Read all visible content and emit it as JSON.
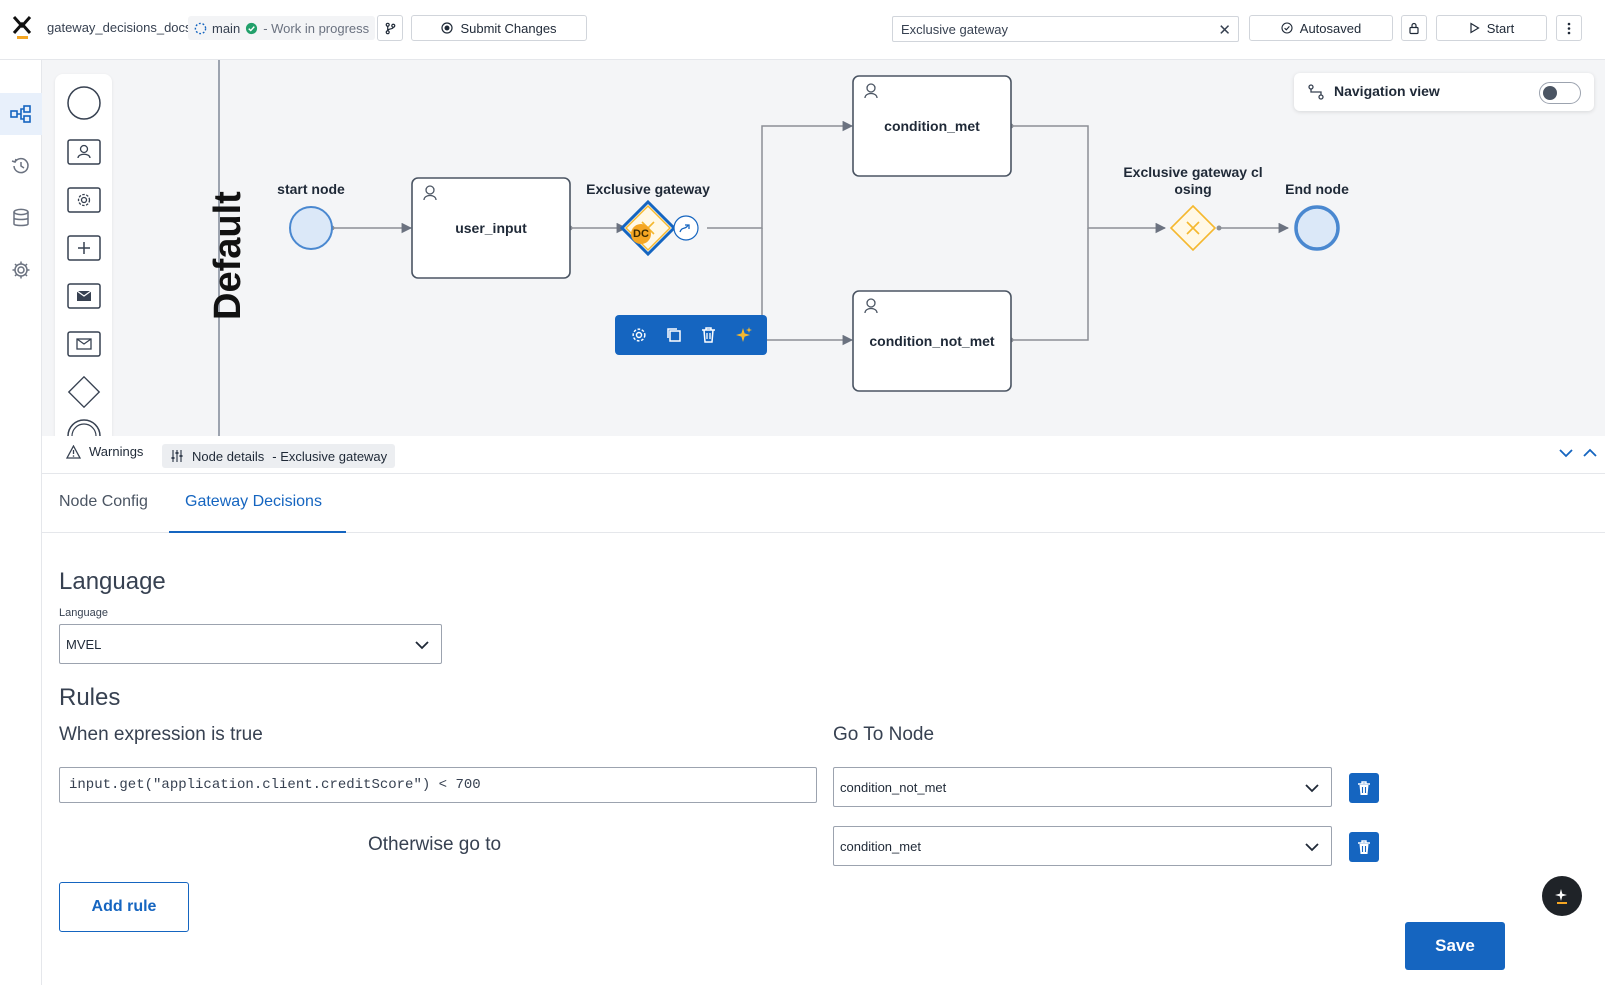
{
  "topbar": {
    "project_name": "gateway_decisions_docs",
    "branch": "main",
    "status": "- Work in progress",
    "submit_label": "Submit Changes",
    "search_value": "Exclusive gateway",
    "autosaved_label": "Autosaved",
    "start_label": "Start"
  },
  "rail": {
    "items": [
      "process-diagram-icon",
      "history-icon",
      "database-icon",
      "settings-icon"
    ]
  },
  "canvas": {
    "lane_label": "Default",
    "navigation_view_label": "Navigation view",
    "navigation_view_enabled": false,
    "nodes": {
      "start": "start node",
      "user_input": "user_input",
      "gateway": "Exclusive gateway",
      "gateway_badge": "DC",
      "condition_met": "condition_met",
      "condition_not_met": "condition_not_met",
      "gateway_closing_line1": "Exclusive gateway cl",
      "gateway_closing_line2": "osing",
      "end": "End node"
    }
  },
  "panel": {
    "warnings_label": "Warnings",
    "details_label": "Node details",
    "details_suffix": "- Exclusive gateway",
    "tabs": [
      {
        "label": "Node Config",
        "active": false
      },
      {
        "label": "Gateway Decisions",
        "active": true
      }
    ]
  },
  "form": {
    "language_heading": "Language",
    "language_label": "Language",
    "language_value": "MVEL",
    "rules_heading": "Rules",
    "when_label": "When expression is true",
    "goto_label": "Go To Node",
    "rule_expression": "input.get(\"application.client.creditScore\") < 700",
    "rule_target": "condition_not_met",
    "otherwise_label": "Otherwise go to",
    "otherwise_target": "condition_met",
    "add_rule_label": "Add rule",
    "save_label": "Save"
  },
  "colors": {
    "primary": "#1565c0",
    "gateway_accent": "#f5b82e",
    "canvas_bg": "#f4f5f7"
  }
}
